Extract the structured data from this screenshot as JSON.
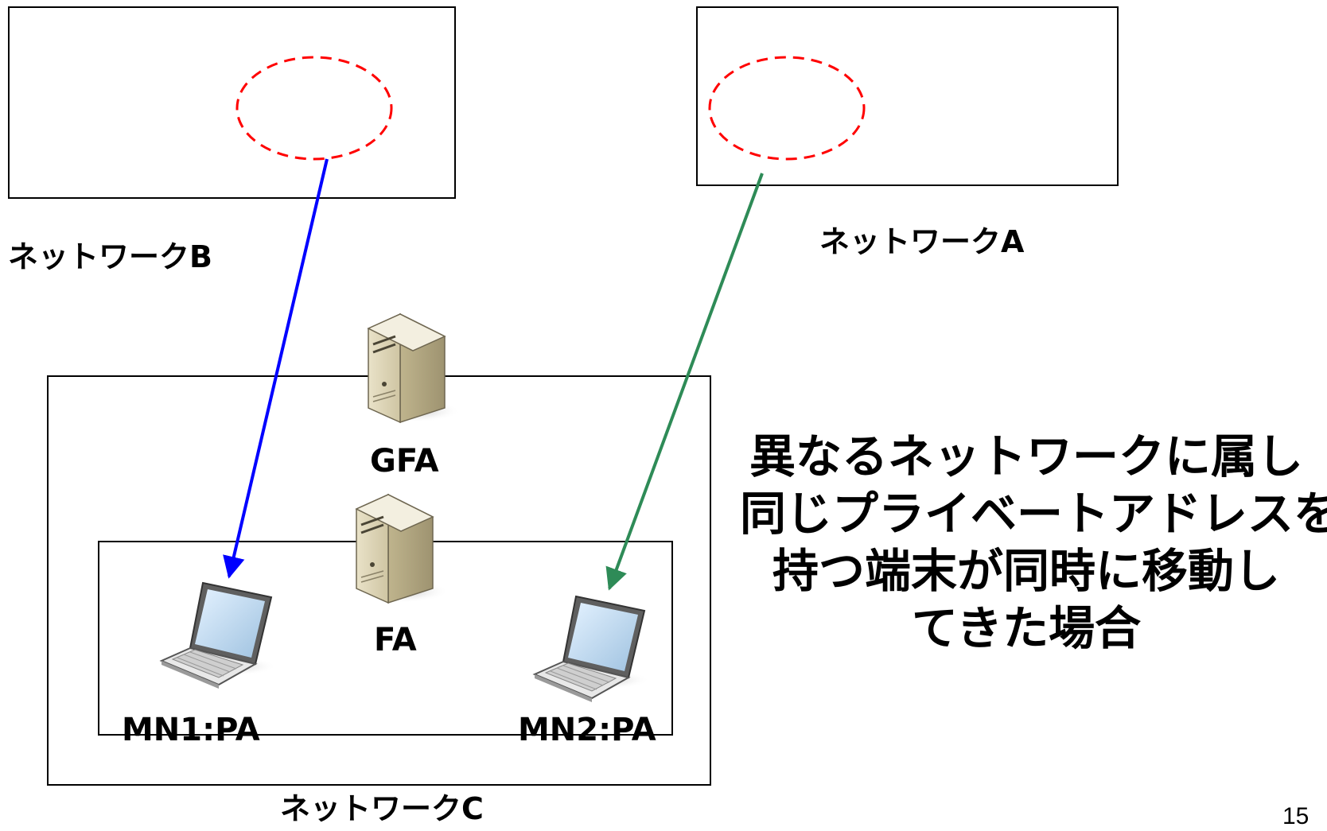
{
  "networks": {
    "b": {
      "label": "ネットワークB"
    },
    "a": {
      "label": "ネットワークA"
    },
    "c": {
      "label": "ネットワークC"
    }
  },
  "nodes": {
    "gfa": {
      "label": "GFA",
      "icon": "server-icon"
    },
    "fa": {
      "label": "FA",
      "icon": "server-icon"
    },
    "mn1": {
      "label": "MN1:PA",
      "icon": "laptop-icon"
    },
    "mn2": {
      "label": "MN2:PA",
      "icon": "laptop-icon"
    }
  },
  "arrows": {
    "b_to_mn1": {
      "color": "#0000ff"
    },
    "a_to_mn2": {
      "color": "#2e8b57"
    }
  },
  "colors": {
    "dashed_ellipse": "#ff0000",
    "box_border": "#000000"
  },
  "caption": {
    "lines": [
      "異なるネットワークに属し",
      "同じプライベートアドレスを",
      "持つ端末が同時に移動し",
      "てきた場合"
    ]
  },
  "page_number": "15"
}
